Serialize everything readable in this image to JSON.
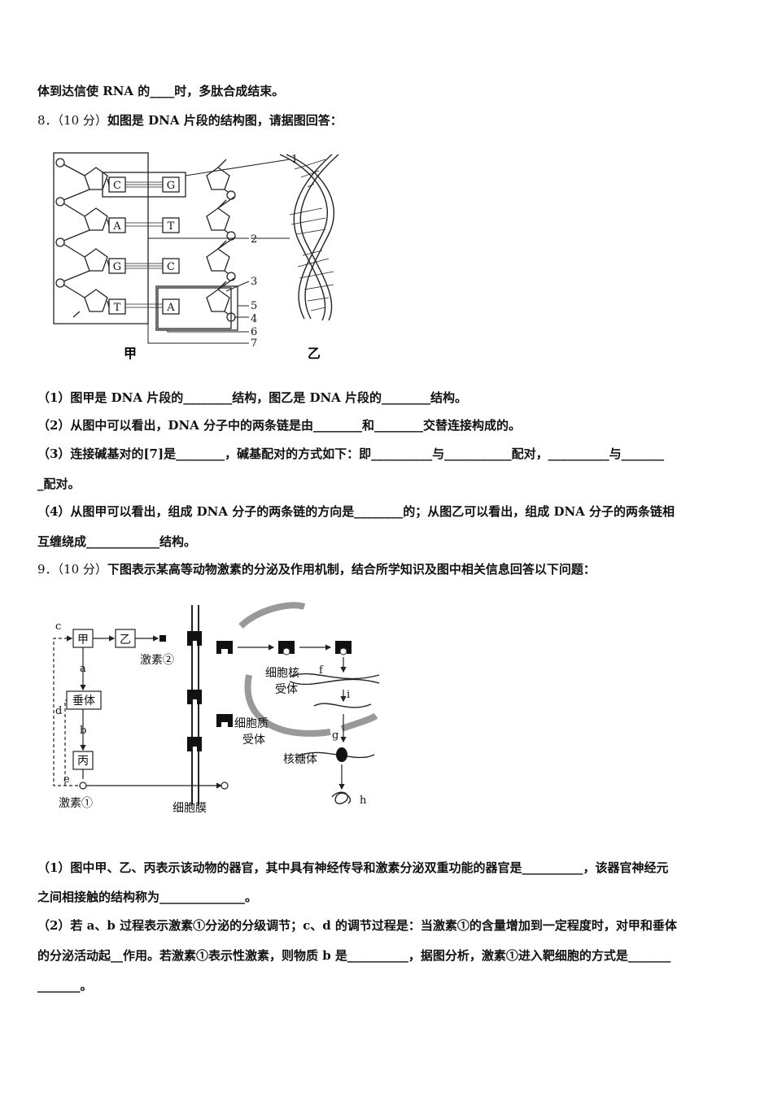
{
  "q7_tail": "体到达信使 RNA 的____时，多肽合成结束。",
  "q8": {
    "header_num": "8．（10 分）",
    "header_text": "如图是 DNA 片段的结构图，请据图回答：",
    "figure": {
      "bases_left": [
        "C",
        "A",
        "G",
        "T"
      ],
      "bases_right": [
        "G",
        "T",
        "C",
        "A"
      ],
      "labels": [
        "1",
        "2",
        "3",
        "4",
        "5",
        "6",
        "7"
      ],
      "caption_left": "甲",
      "caption_right": "乙"
    },
    "sub1": "（1）图甲是 DNA 片段的________结构，图乙是 DNA 片段的________结构。",
    "sub2": "（2）从图中可以看出，DNA 分子中的两条链是由________和________交替连接构成的。",
    "sub3a": "（3）连接碱基对的[7]是________，碱基配对的方式如下：即__________与___________配对，__________与_______",
    "sub3b": "_配对。",
    "sub4a": "（4）从图甲可以看出，组成 DNA 分子的两条链的方向是________的；从图乙可以看出，组成 DNA 分子的两条链相",
    "sub4b": "互缠绕成____________结构。"
  },
  "q9": {
    "header_num": "9．（10 分）",
    "header_text": "下图表示某高等动物激素的分泌及作用机制，结合所学知识及图中相关信息回答以下问题：",
    "figure": {
      "organ_jia": "甲",
      "organ_yi": "乙",
      "organ_chuiti": "垂体",
      "organ_bing": "丙",
      "hormone2": "激素②",
      "hormone1": "激素①",
      "membrane": "细胞膜",
      "cytoplasm_receptor_1": "细胞质",
      "cytoplasm_receptor_2": "受体",
      "nuclear_receptor_1": "细胞核",
      "nuclear_receptor_2": "受体",
      "ribosome": "核糖体",
      "letters": [
        "a",
        "b",
        "c",
        "d",
        "e",
        "f",
        "g",
        "h",
        "i"
      ]
    },
    "sub1a": "（1）图中甲、乙、丙表示该动物的器官，其中具有神经传导和激素分泌双重功能的器官是__________，该器官神经元",
    "sub1b": "之间相接触的结构称为______________。",
    "sub2a": "（2）若 a、b 过程表示激素①分泌的分级调节；c、d 的调节过程是：当激素①的含量增加到一定程度时，对甲和垂体",
    "sub2b": "的分泌活动起__作用。若激素①表示性激素，则物质 b 是__________，据图分析，激素①进入靶细胞的方式是_______",
    "sub2c": "_______。"
  }
}
